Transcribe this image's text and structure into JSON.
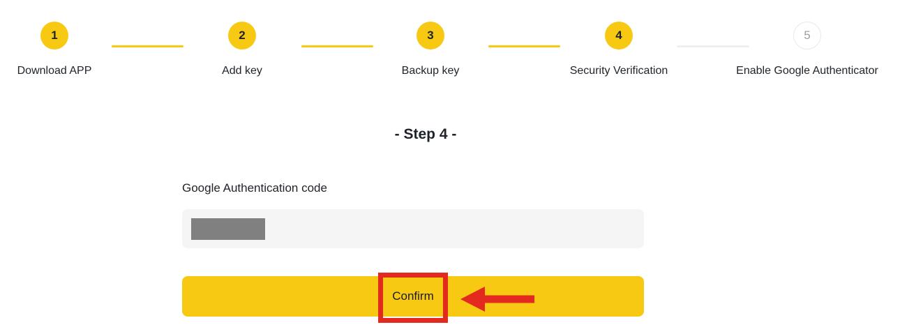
{
  "colors": {
    "accent_yellow": "#F8C912",
    "text_dark": "#1E2329",
    "inactive_text": "#9B9FA6",
    "inactive_border": "#E8E8E8",
    "connector_gray": "#EFEFEF",
    "input_bg": "#F5F5F5",
    "redaction_gray": "#808080",
    "annotation_red": "#E42A1E"
  },
  "stepper": {
    "steps": [
      {
        "number": "1",
        "label": "Download APP",
        "state": "complete"
      },
      {
        "number": "2",
        "label": "Add key",
        "state": "complete"
      },
      {
        "number": "3",
        "label": "Backup key",
        "state": "complete"
      },
      {
        "number": "4",
        "label": "Security Verification",
        "state": "current"
      },
      {
        "number": "5",
        "label": "Enable Google Authenticator",
        "state": "upcoming"
      }
    ],
    "connectors": [
      "complete",
      "complete",
      "complete",
      "upcoming"
    ]
  },
  "content": {
    "step_title": "- Step 4 -",
    "field_label": "Google Authentication code",
    "input_value_state": "redacted",
    "confirm_label": "Confirm"
  },
  "annotations": {
    "highlight": "red-rectangle-around-confirm",
    "arrow": "red-arrow-pointing-left-at-confirm"
  }
}
